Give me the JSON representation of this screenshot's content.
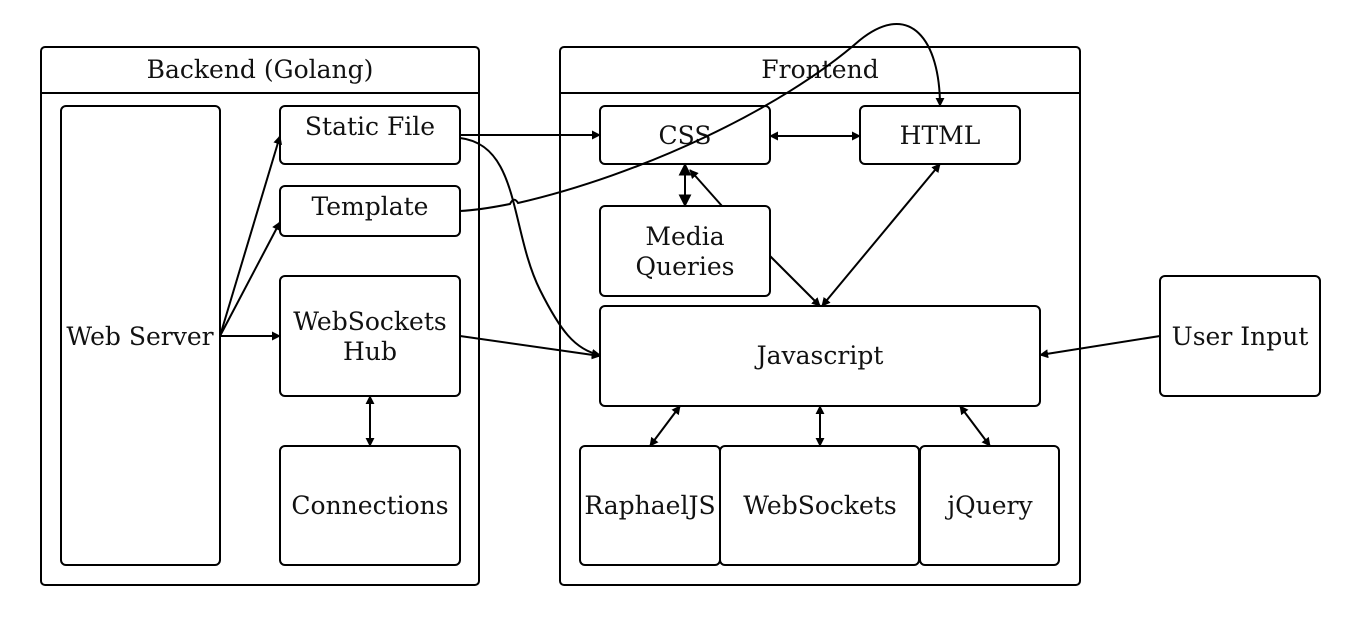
{
  "groups": {
    "backend": "Backend (Golang)",
    "frontend": "Frontend"
  },
  "nodes": {
    "web_server": "Web Server",
    "static_file": "Static File",
    "template": "Template",
    "websockets_hub": [
      "WebSockets",
      "Hub"
    ],
    "connections": "Connections",
    "css": "CSS",
    "html": "HTML",
    "media_queries": [
      "Media",
      "Queries"
    ],
    "javascript": "Javascript",
    "raphaeljs": "RaphaelJS",
    "websockets": "WebSockets",
    "jquery": "jQuery",
    "user_input": "User Input"
  },
  "edges": [
    {
      "from": "web_server",
      "to": "static_file",
      "direction": "forward"
    },
    {
      "from": "web_server",
      "to": "template",
      "direction": "forward"
    },
    {
      "from": "web_server",
      "to": "websockets_hub",
      "direction": "forward"
    },
    {
      "from": "websockets_hub",
      "to": "connections",
      "direction": "both"
    },
    {
      "from": "static_file",
      "to": "css",
      "direction": "forward"
    },
    {
      "from": "static_file",
      "to": "javascript",
      "direction": "forward"
    },
    {
      "from": "template",
      "to": "html",
      "direction": "forward"
    },
    {
      "from": "websockets_hub",
      "to": "javascript",
      "direction": "forward"
    },
    {
      "from": "css",
      "to": "html",
      "direction": "both"
    },
    {
      "from": "css",
      "to": "media_queries",
      "direction": "both"
    },
    {
      "from": "media_queries",
      "to": "css",
      "direction": "forward"
    },
    {
      "from": "media_queries",
      "to": "javascript",
      "direction": "forward"
    },
    {
      "from": "html",
      "to": "javascript",
      "direction": "both"
    },
    {
      "from": "user_input",
      "to": "javascript",
      "direction": "forward"
    },
    {
      "from": "javascript",
      "to": "raphaeljs",
      "direction": "both"
    },
    {
      "from": "javascript",
      "to": "websockets",
      "direction": "both"
    },
    {
      "from": "javascript",
      "to": "jquery",
      "direction": "both"
    }
  ]
}
